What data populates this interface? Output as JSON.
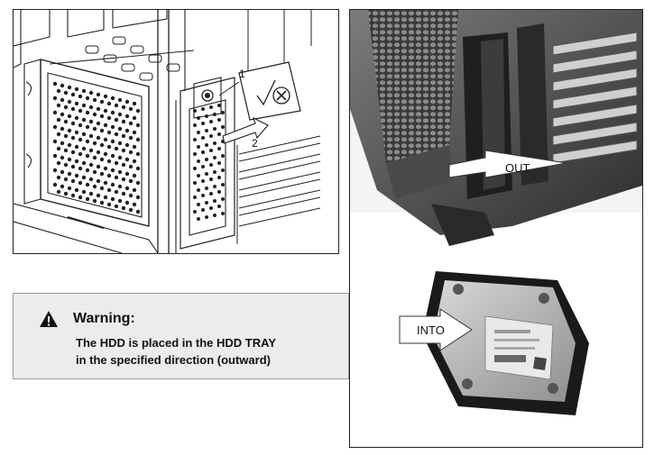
{
  "diagram": {
    "step1": "1",
    "step2": "2"
  },
  "photo": {
    "label_out": "OUT",
    "label_into": "INTO"
  },
  "warning": {
    "icon": "warning-triangle-icon",
    "title": "Warning:",
    "line1": "The HDD is placed in the HDD TRAY",
    "line2": "in the specified direction (outward)"
  }
}
